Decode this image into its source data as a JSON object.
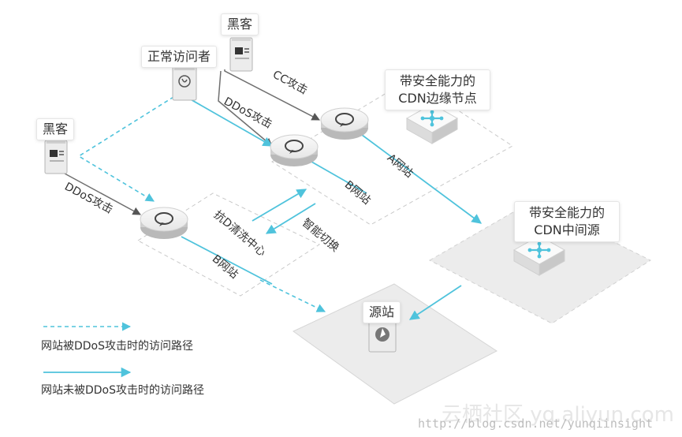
{
  "labels": {
    "hacker_top": "黑客",
    "hacker_left": "黑客",
    "normal_visitor": "正常访问者",
    "cdn_edge": "带安全能力的CDN边缘节点",
    "cdn_middle": "带安全能力的CDN中间源",
    "origin": "源站"
  },
  "edges": {
    "cc_attack": "CC攻击",
    "ddos_attack_top": "DDoS攻击",
    "ddos_attack_left": "DDoS攻击",
    "site_a": "A网站",
    "site_b_top": "B网站",
    "site_b_bottom": "B网站",
    "scrub_center": "抗D清洗中心",
    "smart_switch": "智能切换"
  },
  "legend": {
    "dashed": "网站被DDoS攻击时的访问路径",
    "solid": "网站未被DDoS攻击时的访问路径"
  },
  "watermark": {
    "url": "http://blog.csdn.net/yunqiinsight",
    "faint": "云栖社区 yq.aliyun.com"
  },
  "colors": {
    "accent": "#4fc3dc",
    "line": "#6f6f6f"
  }
}
